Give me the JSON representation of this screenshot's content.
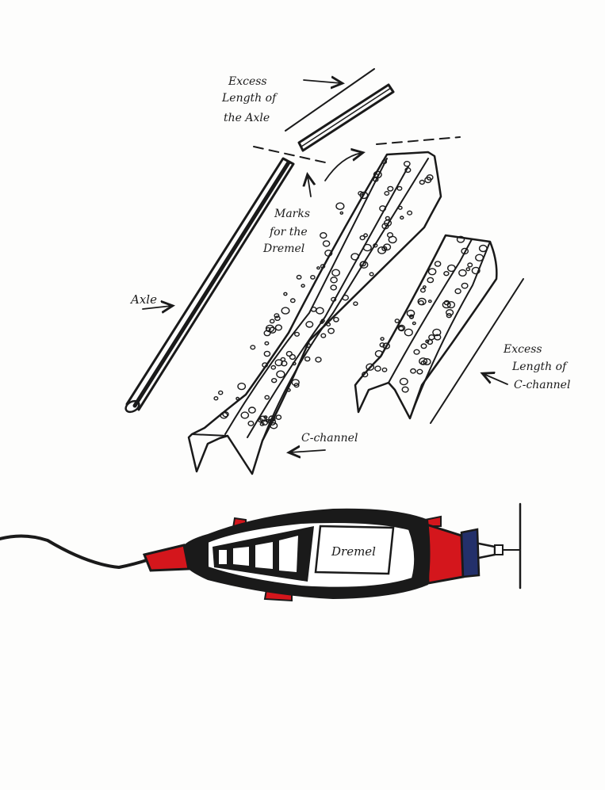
{
  "labels": {
    "excess_axle_line1": "Excess",
    "excess_axle_line2": "Length of",
    "excess_axle_line3": "the Axle",
    "marks_line1": "Marks",
    "marks_line2": "for the",
    "marks_line3": "Dremel",
    "axle": "Axle",
    "excess_channel_line1": "Excess",
    "excess_channel_line2": "Length of",
    "excess_channel_line3": "C-channel",
    "c_channel": "C-channel",
    "dremel": "Dremel"
  },
  "colors": {
    "ink": "#1a1a1a",
    "accent_red": "#d4161c",
    "accent_blue": "#23306a",
    "paper": "#fdfdfc"
  },
  "icons": {
    "tool": "rotary-tool-icon"
  }
}
